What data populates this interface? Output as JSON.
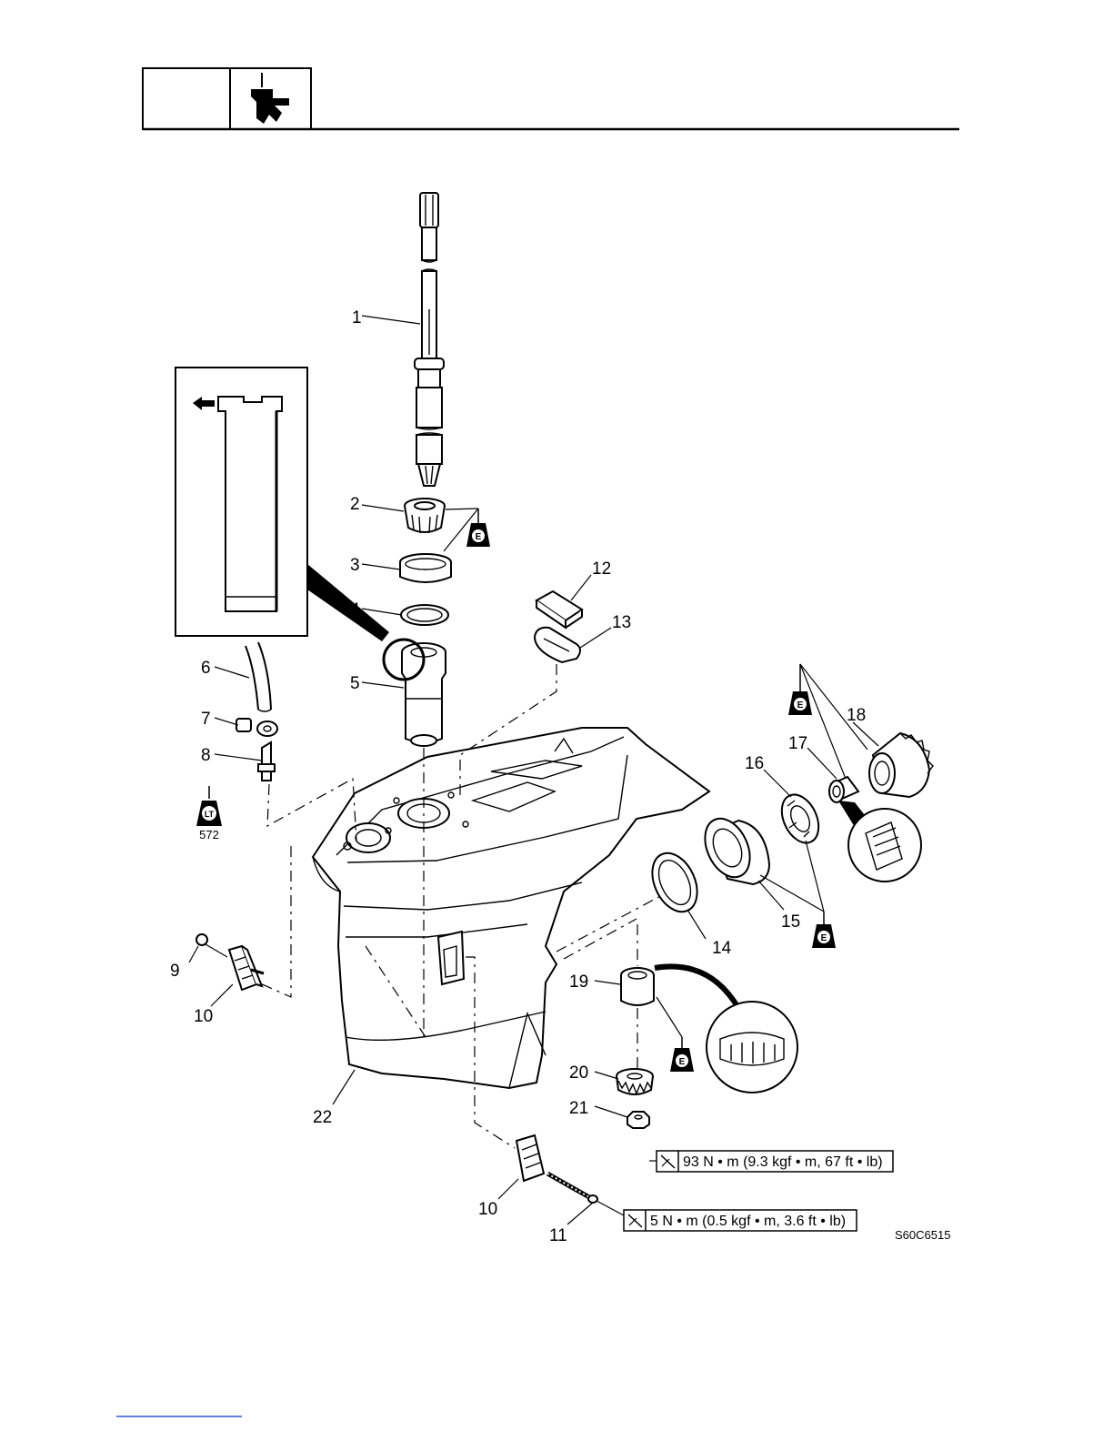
{
  "diagram": {
    "code": "S60C6515",
    "part_labels": [
      {
        "id": "1",
        "text": "1"
      },
      {
        "id": "2",
        "text": "2"
      },
      {
        "id": "3",
        "text": "3"
      },
      {
        "id": "4",
        "text": "4"
      },
      {
        "id": "5",
        "text": "5"
      },
      {
        "id": "6",
        "text": "6"
      },
      {
        "id": "7",
        "text": "7"
      },
      {
        "id": "8",
        "text": "8"
      },
      {
        "id": "9",
        "text": "9"
      },
      {
        "id": "10a",
        "text": "10"
      },
      {
        "id": "10b",
        "text": "10"
      },
      {
        "id": "11",
        "text": "11"
      },
      {
        "id": "12",
        "text": "12"
      },
      {
        "id": "13",
        "text": "13"
      },
      {
        "id": "14",
        "text": "14"
      },
      {
        "id": "15",
        "text": "15"
      },
      {
        "id": "16",
        "text": "16"
      },
      {
        "id": "17",
        "text": "17"
      },
      {
        "id": "18",
        "text": "18"
      },
      {
        "id": "19",
        "text": "19"
      },
      {
        "id": "20",
        "text": "20"
      },
      {
        "id": "21",
        "text": "21"
      },
      {
        "id": "22",
        "text": "22"
      }
    ],
    "torque_specs": {
      "nut_21": "93 N • m (9.3 kgf • m, 67 ft • lb)",
      "bolt_11": "5 N • m (0.5 kgf • m, 3.6 ft • lb)"
    },
    "lubricant_mark": "E",
    "sealant_mark": "LT",
    "sealant_number": "572"
  }
}
